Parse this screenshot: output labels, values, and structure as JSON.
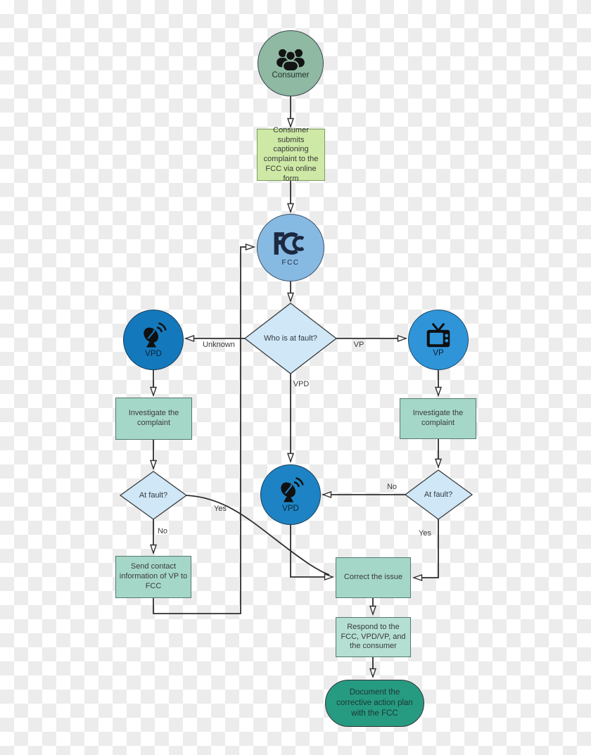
{
  "diagram_title": "FCC captioning complaint process flowchart",
  "nodes": {
    "consumer": {
      "label": "Consumer"
    },
    "submit_form": {
      "label": "Consumer submits captioning complaint to the FCC via online form"
    },
    "fcc": {
      "label": "FCC"
    },
    "who_is_at_fault": {
      "label": "Who is at fault?"
    },
    "vpd_left": {
      "label": "VPD"
    },
    "vp_right": {
      "label": "VP"
    },
    "investigate_left": {
      "label": "Investigate the complaint"
    },
    "investigate_right": {
      "label": "Investigate the complaint"
    },
    "at_fault_left": {
      "label": "At fault?"
    },
    "at_fault_right": {
      "label": "At fault?"
    },
    "vpd_mid": {
      "label": "VPD"
    },
    "send_contact": {
      "label": "Send contact information of VP to FCC"
    },
    "correct_issue": {
      "label": "Correct the issue"
    },
    "respond": {
      "label": "Respond to the FCC, VPD/VP, and the consumer"
    },
    "document_plan": {
      "label": "Document the corrective action plan with the FCC"
    }
  },
  "edge_labels": {
    "unknown": "Unknown",
    "vp": "VP",
    "vpd": "VPD",
    "yes_left": "Yes",
    "no_left": "No",
    "no_right": "No",
    "yes_right": "Yes"
  },
  "colors": {
    "consumer_fill": "#8fb9a2",
    "form_fill": "#cde9a5",
    "fcc_fill": "#87bae3",
    "decision_fill": "#cfe7f7",
    "vpd_left_fill": "#1478bd",
    "vpd_mid_fill": "#1e83c4",
    "vp_fill": "#3094d8",
    "process_fill": "#a5d7c9",
    "respond_fill": "#b4dfd2",
    "terminator_fill": "#279b82",
    "line": "#2e2e2e",
    "icon": "#111111",
    "fcc_logo": "#1c2940",
    "background_checker": "#ececec"
  }
}
